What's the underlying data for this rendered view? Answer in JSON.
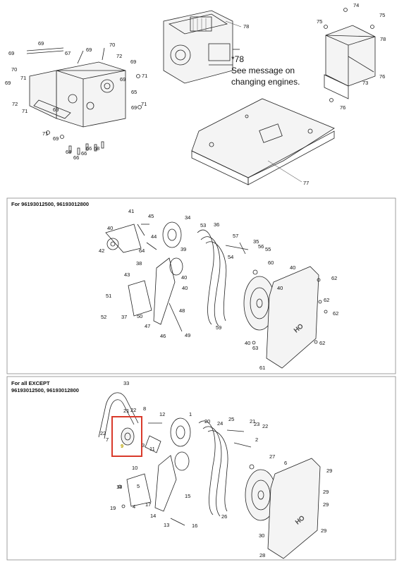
{
  "top": {
    "labels_left": [
      "69",
      "69",
      "67",
      "69",
      "70",
      "72",
      "69",
      "70",
      "69",
      "71",
      "69",
      "71",
      "65",
      "71",
      "72",
      "71",
      "69",
      "69",
      "71",
      "69",
      "68",
      "66",
      "66",
      "68",
      "66"
    ],
    "engine_ref": "78",
    "engine_note": [
      "*78",
      "See message on",
      "changing engines."
    ],
    "cover_labels": [
      "75",
      "74",
      "75",
      "78",
      "76",
      "73",
      "76"
    ],
    "plate_label": "77"
  },
  "section1": {
    "title": "For 96193012500, 96193012800",
    "labels": [
      "41",
      "45",
      "34",
      "53",
      "36",
      "40",
      "57",
      "35",
      "56",
      "55",
      "42",
      "44",
      "64",
      "39",
      "54",
      "38",
      "60",
      "40",
      "43",
      "40",
      "51",
      "40",
      "62",
      "40",
      "62",
      "52",
      "37",
      "50",
      "48",
      "47",
      "62",
      "46",
      "49",
      "59",
      "40",
      "63",
      "62",
      "61"
    ]
  },
  "section2": {
    "title_line1": "For all EXCEPT",
    "title_line2": "96193012500, 96193012800",
    "labels": [
      "33",
      "21",
      "22",
      "8",
      "12",
      "1",
      "20",
      "25",
      "24",
      "21",
      "23",
      "22",
      "22",
      "7",
      "9",
      "3",
      "11",
      "2",
      "27",
      "6",
      "10",
      "29",
      "18",
      "5",
      "29",
      "19",
      "4",
      "17",
      "15",
      "26",
      "14",
      "13",
      "16",
      "29",
      "29",
      "30",
      "28"
    ],
    "highlight_label": "9",
    "highlight_color": "#d93a2b"
  }
}
